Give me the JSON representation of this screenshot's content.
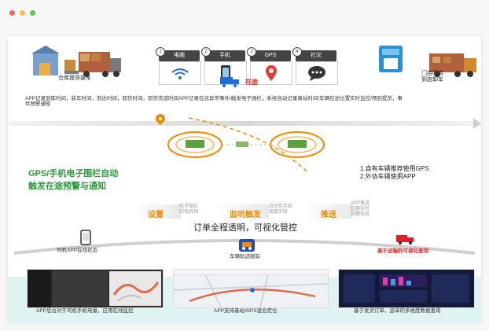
{
  "window": {
    "dots": [
      "#ee6a5e",
      "#f5be4f",
      "#61c454"
    ]
  },
  "top": {
    "left_label": "仓库提货装车",
    "right_label_line1": "门店门店",
    "right_label_line2": "到店卸车",
    "in_transit": "在途",
    "categories": [
      {
        "num": "1",
        "label": "电脑"
      },
      {
        "num": "2",
        "label": "手机"
      },
      {
        "num": "3",
        "label": "GPS"
      },
      {
        "num": "4",
        "label": "社交"
      }
    ]
  },
  "description_line1": "APP记录到库时间，装车时间，到达时间，卸货时间，卸货完成时间APP记录在途异常事件/触发电子围栏，系统自动记录离站时间/车辆在途位置实时监控/预到提货，事",
  "description_line2": "件预警通知",
  "middle": {
    "green_line1": "GPS/手机电子围栏自动",
    "green_line2": "触发在途预警与通知",
    "right_notes": [
      "1.自有车辆推荐使用GPS",
      "2.外协车辆使用APP"
    ],
    "steps": [
      {
        "label": "设置",
        "note_line1": "电子围栏",
        "note_line2": "的电机制"
      },
      {
        "label": "监听触发",
        "note_line1": "自动车手机",
        "note_line2": "调度实时"
      },
      {
        "label": "推送",
        "note_line1": "APP推送",
        "note_line2": "车辆实时",
        "note_line3": "提醒信息"
      }
    ],
    "headline": "订单全程透明，可视化管控"
  },
  "timeline": {
    "left_label": "司机APP在线状态",
    "center_label": "车辆轨迹跟踪",
    "right_label": "基于运输的可视化查询"
  },
  "screenshots": [
    {
      "caption": "APP后台对于司机手机电量，应用在线监控"
    },
    {
      "caption": "APP支持基站/GPS混合定位"
    },
    {
      "caption": "基于发货订单，运单的多维度数据查询"
    }
  ],
  "colors": {
    "orange": "#f08a00",
    "green": "#2a9a3a",
    "red": "#e02020",
    "blue": "#1f6fd8"
  }
}
